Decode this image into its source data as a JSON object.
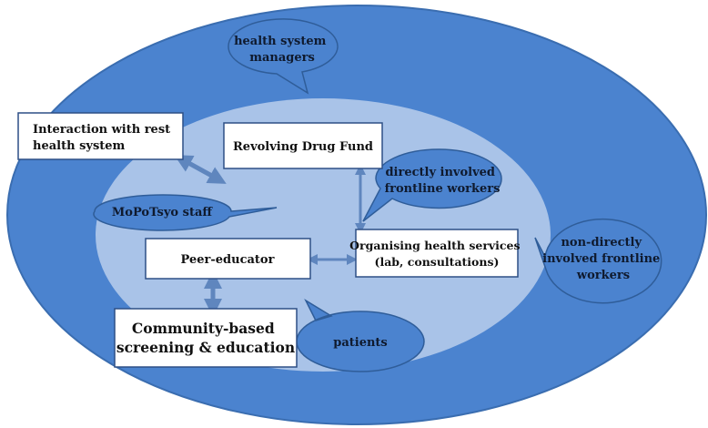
{
  "colors": {
    "outer": "#4b83cf",
    "outer_stroke": "#3a6db0",
    "inner": "#a9c3e8",
    "bubble": "#4b83cf",
    "bubble_stroke": "#2f5d99",
    "box_fill": "#ffffff",
    "box_stroke": "#2d4f85",
    "arrow": "#5f86be"
  },
  "bubbles": {
    "managers": [
      "health system",
      "managers"
    ],
    "staff": [
      "MoPoTsyo staff"
    ],
    "direct": [
      "directly involved",
      "frontline workers"
    ],
    "nondirect": [
      "non-directly",
      "involved frontline",
      "workers"
    ],
    "patients": [
      "patients"
    ]
  },
  "boxes": {
    "interaction": [
      "Interaction with rest",
      "health system"
    ],
    "drugfund": [
      "Revolving Drug Fund"
    ],
    "peer": [
      "Peer-educator"
    ],
    "services": [
      "Organising health services",
      "(lab, consultations)"
    ],
    "community": [
      "Community-based",
      "screening & education"
    ]
  }
}
